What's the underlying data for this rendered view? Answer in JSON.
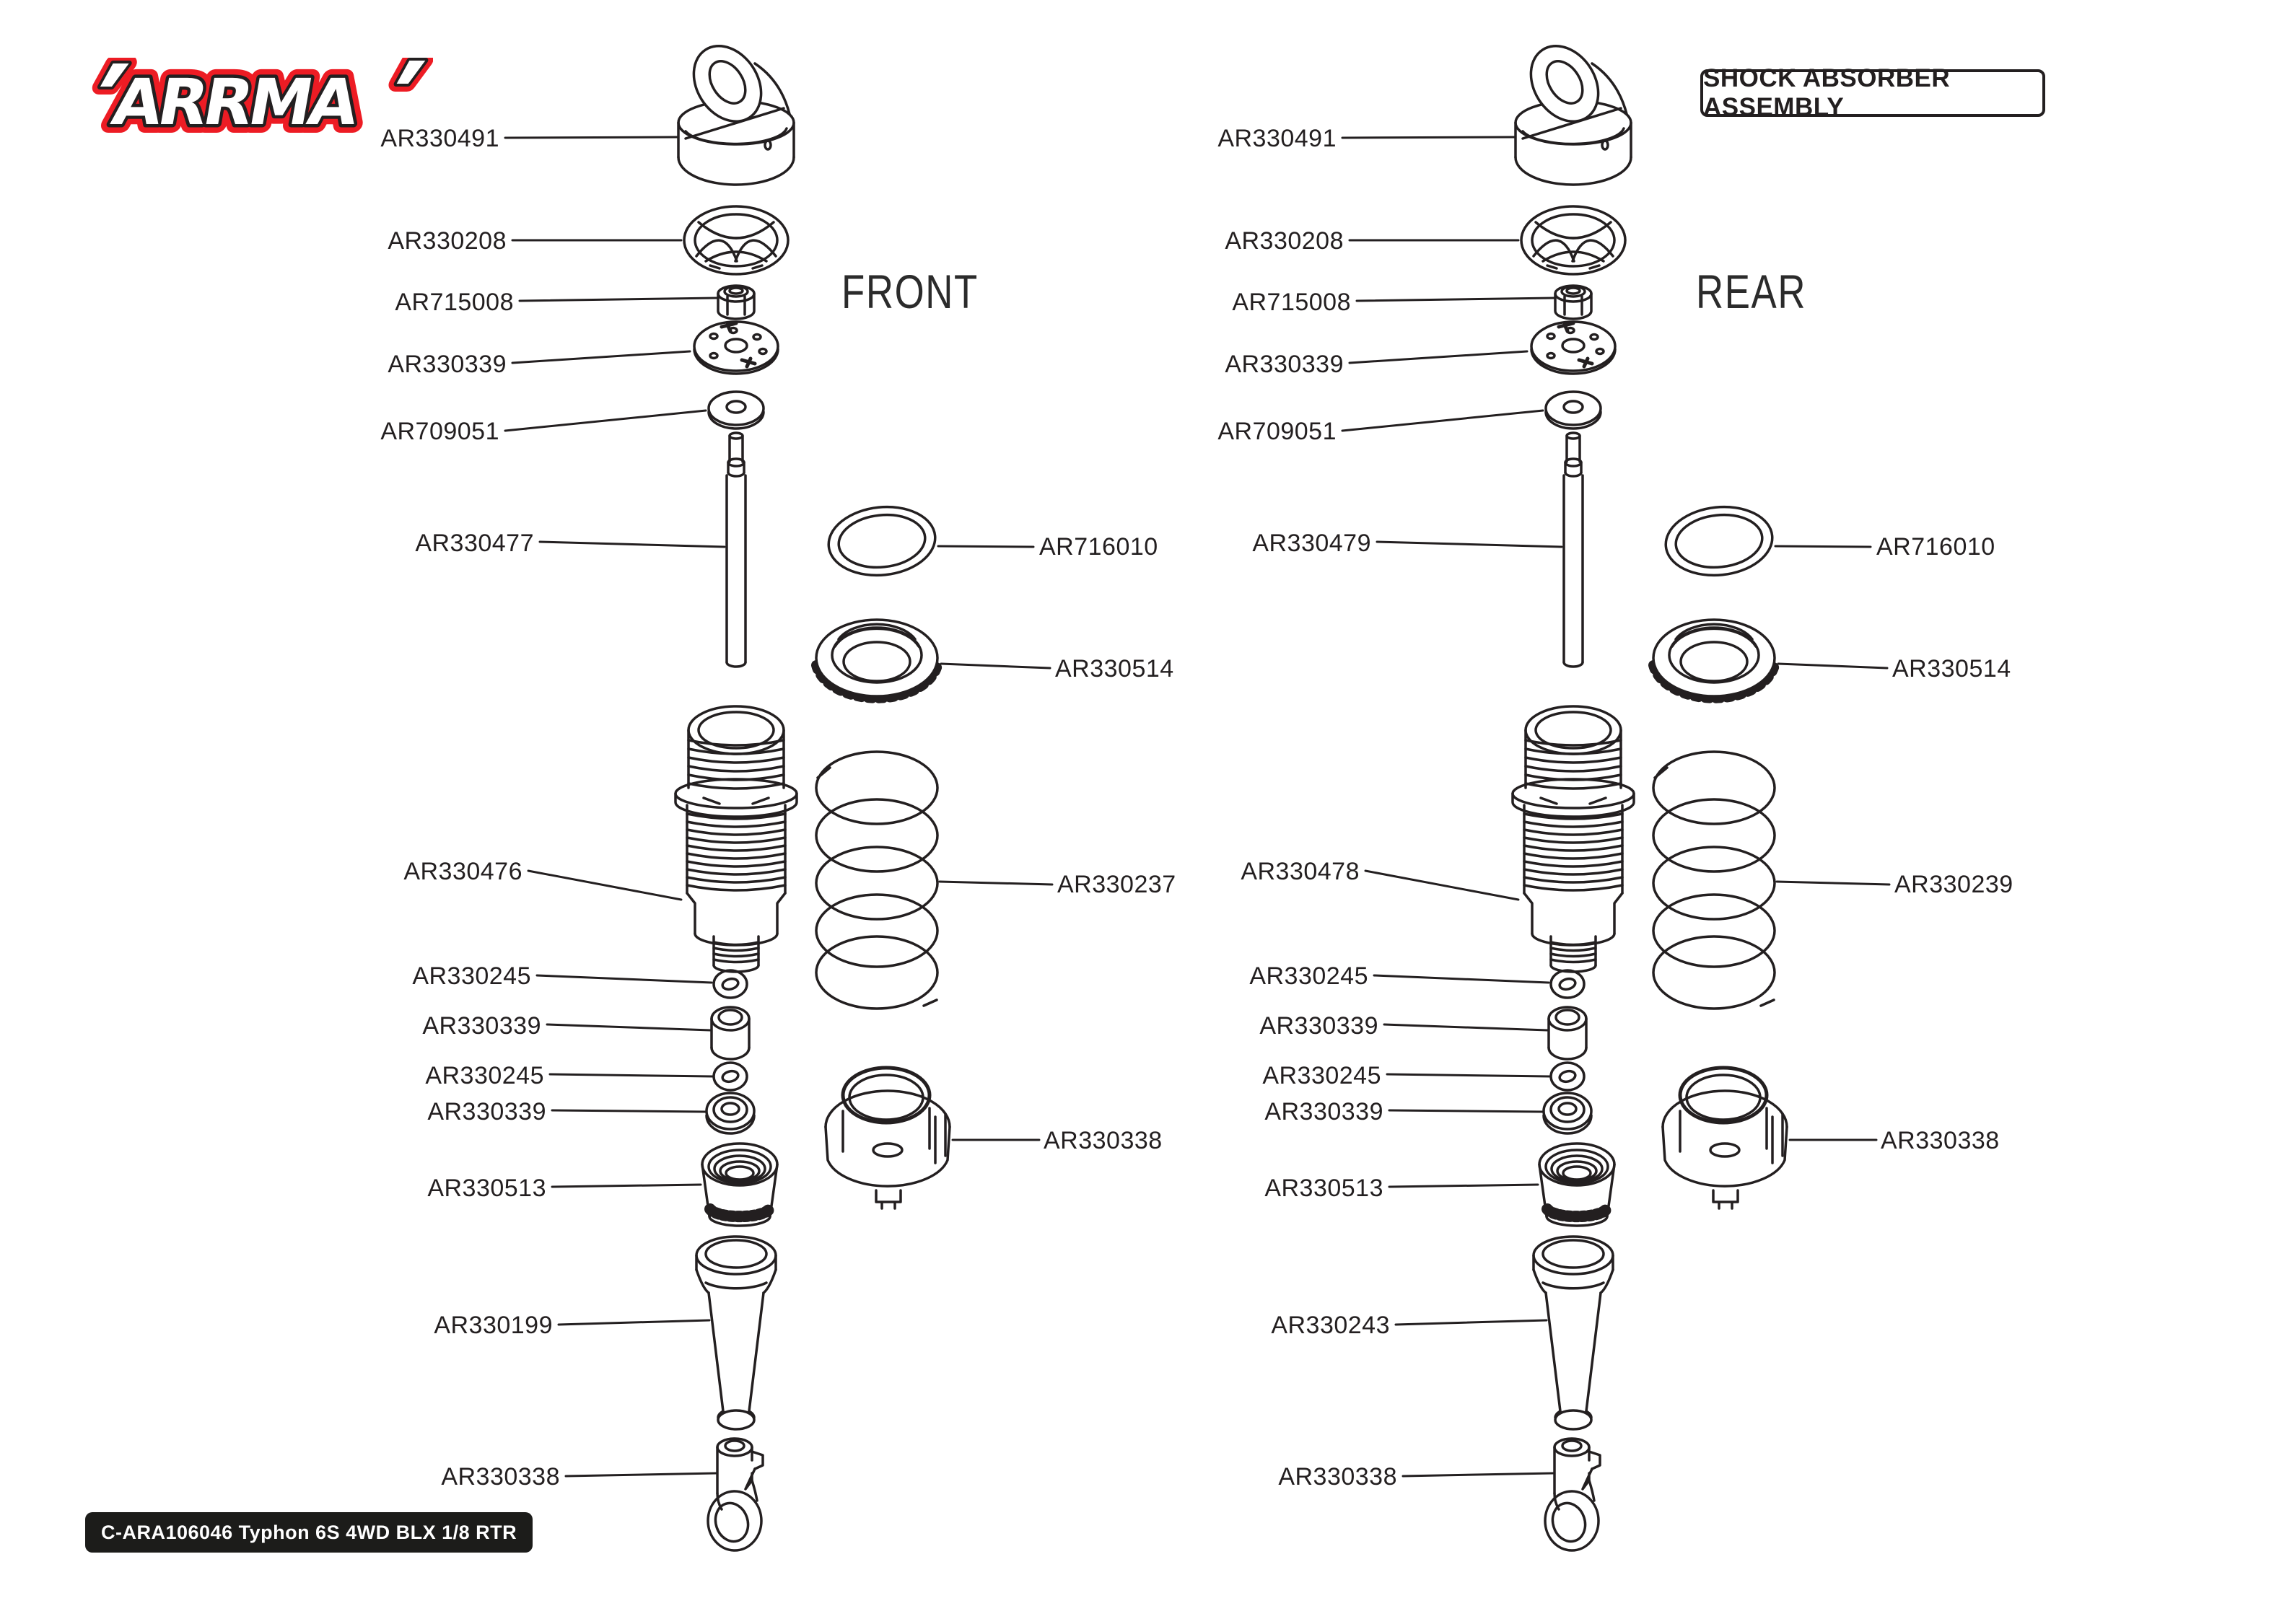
{
  "header": {
    "logo_text": "ARRMA",
    "title": "SHOCK ABSORBER ASSEMBLY"
  },
  "front": {
    "section_label": "FRONT",
    "left_labels": [
      "AR330491",
      "AR330208",
      "AR715008",
      "AR330339",
      "AR709051",
      "AR330477",
      "AR330476",
      "AR330245",
      "AR330339",
      "AR330245",
      "AR330339",
      "AR330513",
      "AR330199",
      "AR330338"
    ],
    "right_labels": [
      "AR716010",
      "AR330514",
      "AR330237",
      "AR330338"
    ]
  },
  "rear": {
    "section_label": "REAR",
    "left_labels": [
      "AR330491",
      "AR330208",
      "AR715008",
      "AR330339",
      "AR709051",
      "AR330479",
      "AR330478",
      "AR330245",
      "AR330339",
      "AR330245",
      "AR330339",
      "AR330513",
      "AR330243",
      "AR330338"
    ],
    "right_labels": [
      "AR716010",
      "AR330514",
      "AR330239",
      "AR330338"
    ]
  },
  "footer": {
    "product_code": "C-ARA106046 Typhon 6S 4WD BLX 1/8 RTR"
  },
  "colors": {
    "ink": "#231f20",
    "brand_red": "#ed1c24"
  }
}
